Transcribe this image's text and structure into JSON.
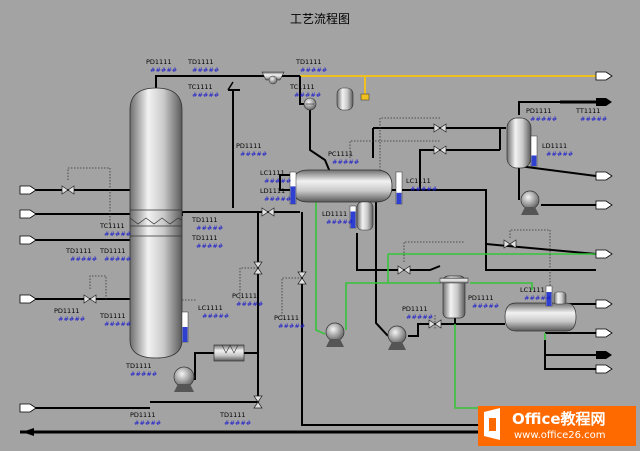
{
  "title": "工艺流程图",
  "hash": "#####",
  "colors": {
    "background": "#a3a3a3",
    "pipe_main": "#000000",
    "pipe_gas": "#f0c020",
    "pipe_green": "#36c43a",
    "value_text": "#1d1dcc",
    "level_fill": "#2f3fd0",
    "watermark": "#ff6a00"
  },
  "tags": {
    "pd_top": "PD1111",
    "td_top1": "TD1111",
    "tc_top": "TC1111",
    "td_top2": "TD1111",
    "tc_top2": "TC1111",
    "pd_mid": "PD1111",
    "lc_drum": "LC1111",
    "ld_drum": "LD1111",
    "pc_drum": "PC1111",
    "lc_drum_r": "LC1111",
    "ld_boot": "LD1111",
    "td_col1": "TD1111",
    "td_col2": "TD1111",
    "tc_feed": "TC1111",
    "td_feed1": "TD1111",
    "td_feed2": "TD1111",
    "pd_feed": "PD1111",
    "td_feed3": "TD1111",
    "lc_col": "LC1111",
    "pc_mid": "PC1111",
    "pc_low": "PC1111",
    "td_bottom": "TD1111",
    "pd_bottom": "PD1111",
    "td_bottom2": "TD1111",
    "pd_right": "PD1111",
    "tt_right": "TT1111",
    "ld_right": "LD1111",
    "pd_center": "PD1111",
    "pd_hx": "PD1111",
    "lc_right": "LC1111"
  },
  "levels": {
    "drum_left": 0.55,
    "drum_right": 0.35,
    "drum_boot": 0.75,
    "column": 0.5,
    "right_vessel": 0.35,
    "right_drum": 0.7
  },
  "watermark": {
    "brand": "Office教程网",
    "url": "www.office26.com"
  }
}
